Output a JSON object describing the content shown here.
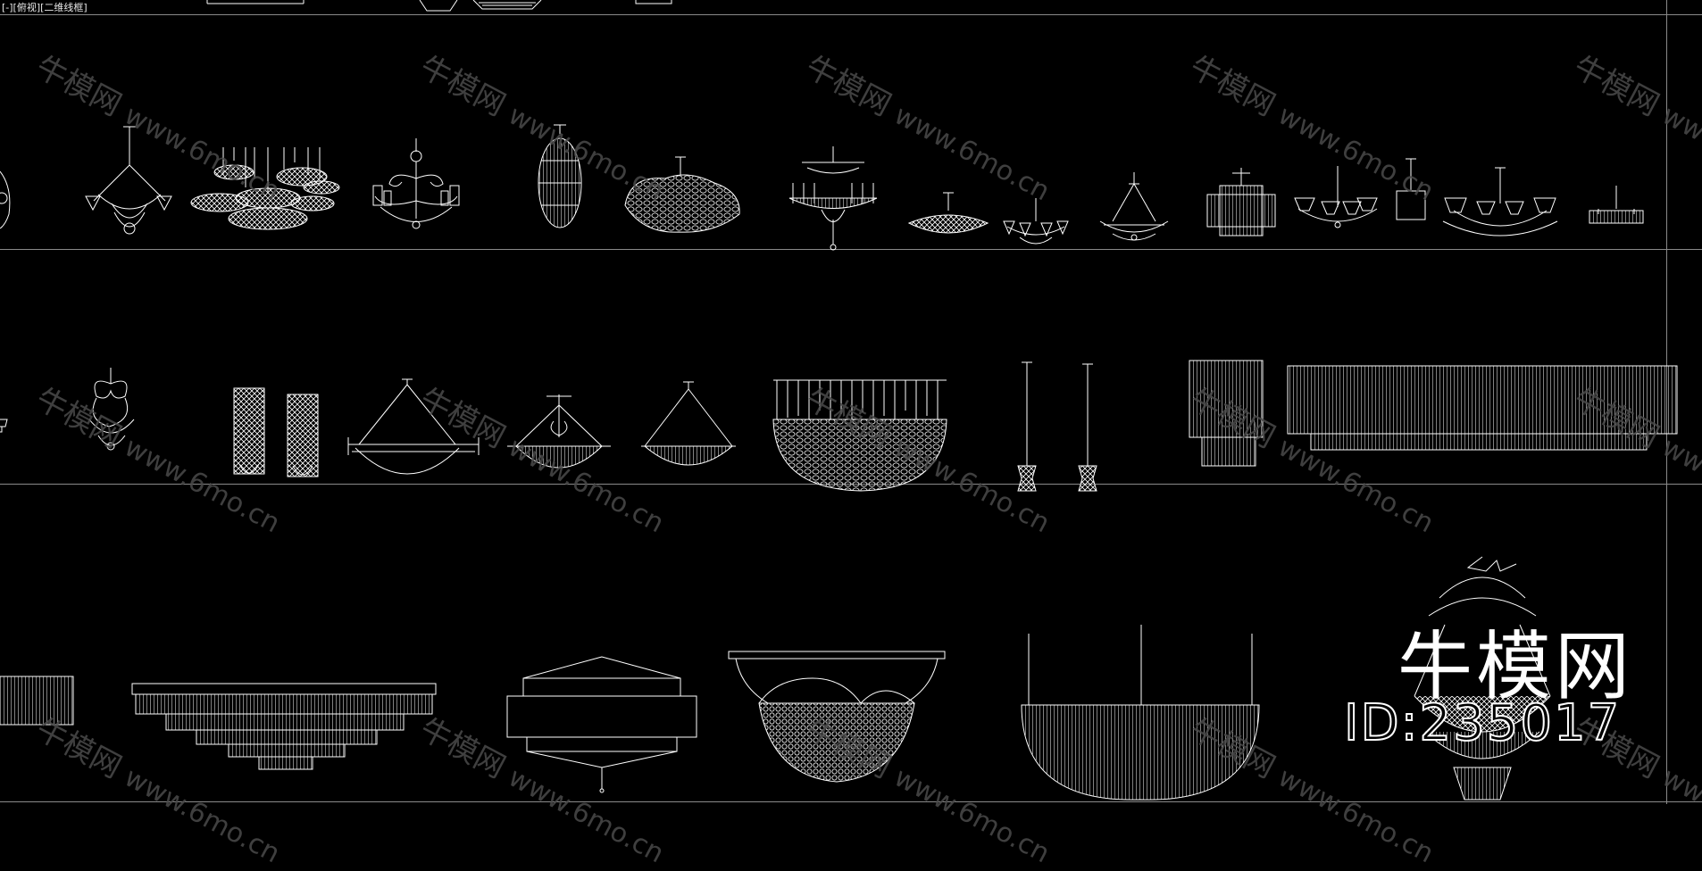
{
  "viewport": {
    "label": "[-][俯视][二维线框]",
    "background_color": "#000000",
    "line_color": "#ffffff",
    "divider_color": "#8a8a8a"
  },
  "watermark": {
    "brand_cn": "牛模网",
    "site": "www.6mo.cn",
    "color": "#4a4a4a"
  },
  "stamp": {
    "brand": "牛模网",
    "asset_id": "ID:235017"
  },
  "drawing_sheet": {
    "row_1": [
      "lamp-shade-partial",
      "chandelier-classic-arms",
      "chandelier-cluster-discs",
      "chandelier-candle-scroll",
      "pendant-ovoid-crystal",
      "chandelier-organic-crystal",
      "chandelier-crystal-tiered",
      "pendant-flat-dish",
      "chandelier-mini-arms",
      "chandelier-star-crystal",
      "chandelier-square-crystal",
      "chandelier-shaded-arms",
      "pendant-box",
      "chandelier-long-shaded",
      "pendant-linear-bar"
    ],
    "row_2": [
      "wall-lamp-small",
      "chandelier-floral",
      "wall-sconce-crystal-a",
      "wall-sconce-crystal-b",
      "pendant-bowl-arms",
      "pendant-bowl-suspended",
      "pendant-cone-bowl",
      "chandelier-crystal-bowl",
      "pendant-drop-a",
      "pendant-drop-b",
      "chandelier-crystal-column",
      "chandelier-crystal-curtain"
    ],
    "row_3": [
      "chandelier-crystal-partial",
      "chandelier-tiered-linear",
      "pendant-drum-layered",
      "ceiling-bowl-crystal",
      "chandelier-crystal-basket",
      "chandelier-grand-empire"
    ]
  }
}
